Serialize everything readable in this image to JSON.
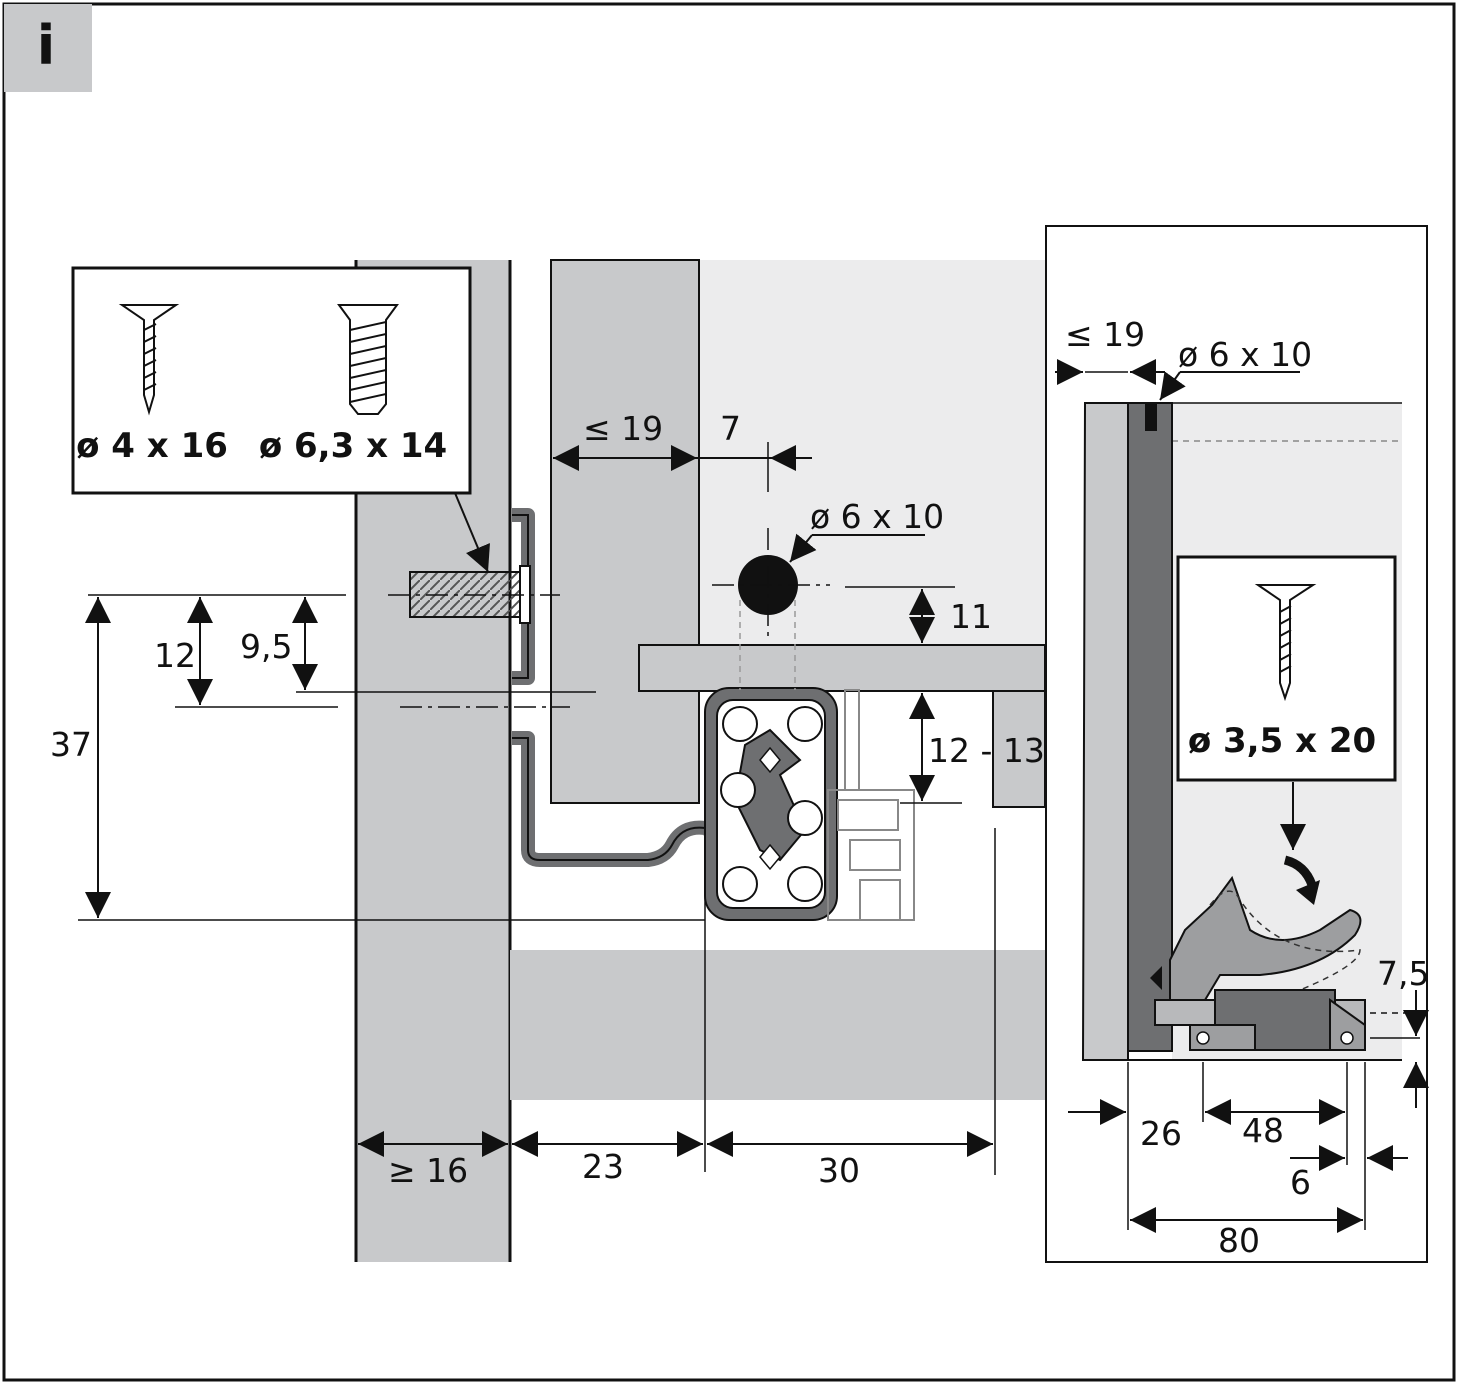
{
  "info_badge": {
    "label": "i",
    "color": "#c8c9cb"
  },
  "colors": {
    "panel": "#c8c9cb",
    "light_panel": "#ececed",
    "dark_panel": "#6e6f71",
    "rail": "#6e6f71",
    "line": "#111111"
  },
  "screws": {
    "screw_a": "ø 4 x 16",
    "screw_b": "ø 6,3 x 14",
    "screw_c": "ø 3,5 x 20"
  },
  "front_view": {
    "max_thickness": "≤  19",
    "hole_offset": "7",
    "hole_size": "ø 6 x 10",
    "hole_height": "11",
    "gap": "12 - 13",
    "dim_12": "12",
    "dim_9_5": "9,5",
    "dim_37": "37",
    "side_min": "≥ 16",
    "dim_23": "23",
    "dim_30": "30"
  },
  "side_view": {
    "max_thickness": "≤ 19",
    "hole_size": "ø 6 x 10",
    "dim_7_5": "7,5",
    "dim_26": "26",
    "dim_48": "48",
    "dim_6": "6",
    "dim_80": "80"
  }
}
